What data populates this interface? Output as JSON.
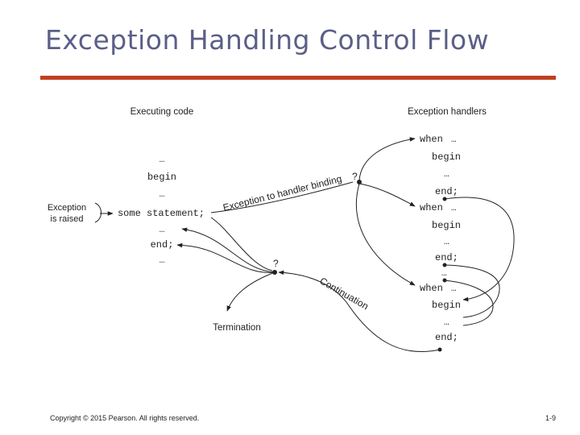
{
  "slide": {
    "title": "Exception Handling Control Flow",
    "footer_copyright": "Copyright © 2015 Pearson. All rights reserved.",
    "page_number": "1-9",
    "accent_color": "#c0401f",
    "title_color": "#5b5f86"
  },
  "diagram": {
    "executing_code_label": "Executing code",
    "exception_handlers_label": "Exception handlers",
    "code_lines": [
      "…",
      "begin",
      "…",
      "some statement;",
      "…",
      "end;",
      "…"
    ],
    "exception_raised_line1": "Exception",
    "exception_raised_line2": "is raised",
    "binding_label": "Exception to handler binding",
    "binding_question": "?",
    "decision_question": "?",
    "continuation_label": "Continuation",
    "termination_label": "Termination",
    "handlers": [
      {
        "when": "when",
        "when_dots": "…",
        "begin": "begin",
        "dots": "…",
        "end": "end;"
      },
      {
        "when": "when",
        "when_dots": "…",
        "begin": "begin",
        "dots": "…",
        "end": "end;"
      },
      {
        "when": "when",
        "when_dots": "…",
        "begin": "begin",
        "dots": "…",
        "end": "end;"
      }
    ],
    "between_dots": "…"
  }
}
